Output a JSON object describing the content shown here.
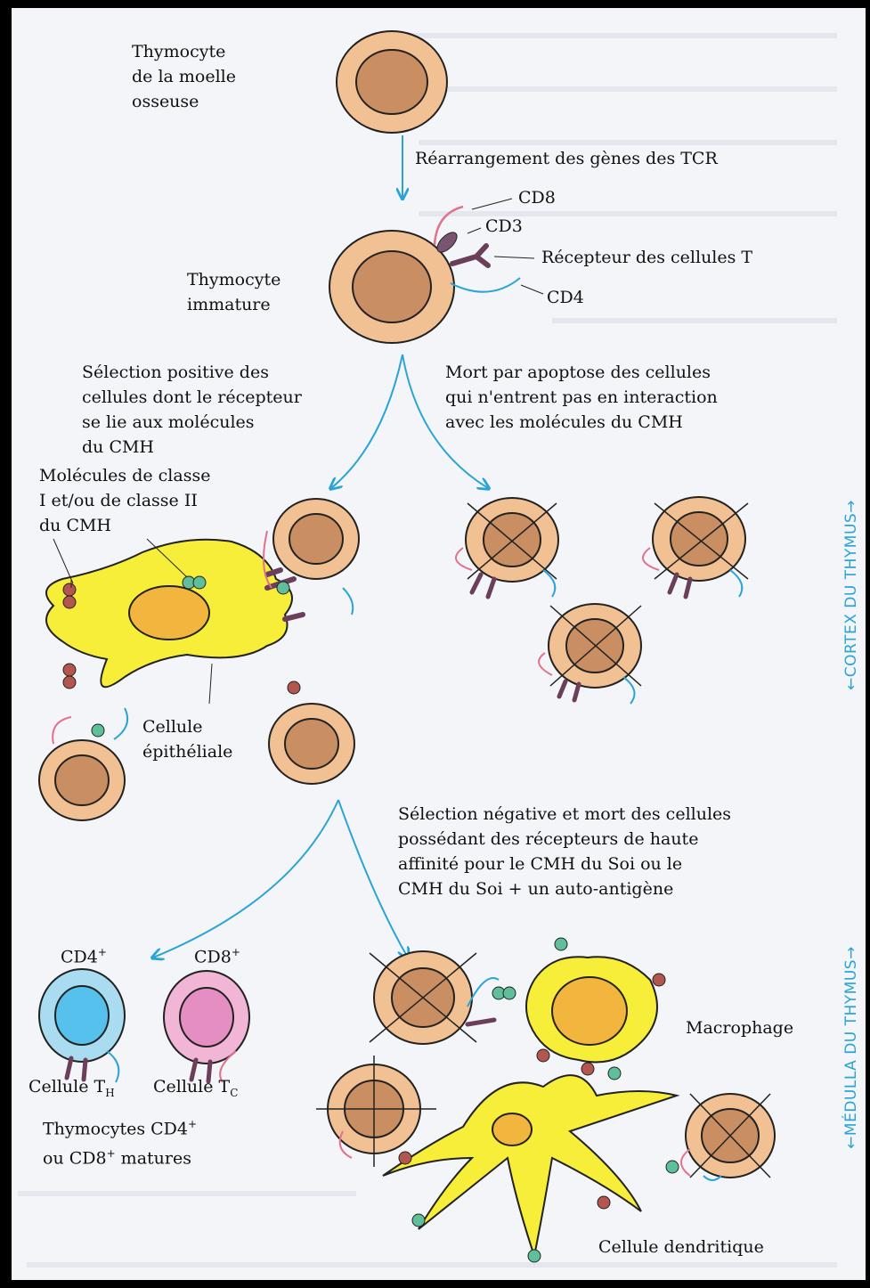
{
  "labels": {
    "bone_marrow": "Thymocyte\nde la moelle\nosseuse",
    "rearrangement": "Réarrangement des gènes des TCR",
    "cd8": "CD8",
    "cd3": "CD3",
    "tcr": "Récepteur des cellules T",
    "cd4": "CD4",
    "immature": "Thymocyte\nimmature",
    "positive_selection": "Sélection positive des\ncellules dont le récepteur\nse lie aux molécules\ndu CMH",
    "apoptosis": "Mort par apoptose des cellules\nqui n'entrent pas en interaction\navec les molécules du CMH",
    "mhc_molecules": "Molécules de classe\nI et/ou de classe II\ndu CMH",
    "epithelial": "Cellule\népithéliale",
    "negative_selection": "Sélection négative et mort des cellules\npossédant des récepteurs de haute\naffinité pour le CMH du Soi ou le\nCMH du Soi + un auto-antigène",
    "cd4_plus": "CD4",
    "cd8_plus": "CD8",
    "plus_sign": "+",
    "th_cell": "Cellule T",
    "th_sub": "H",
    "tc_cell": "Cellule T",
    "tc_sub": "C",
    "mature_line1": "Thymocytes CD4",
    "mature_line2_a": "ou CD8",
    "mature_line2_b": " matures",
    "macrophage": "Macrophage",
    "dendritic": "Cellule dendritique",
    "cortex": "←CORTEX DU THYMUS→",
    "medulla": "←MÉDULLA DU THYMUS→"
  },
  "colors": {
    "cell_outer": "#f2c193",
    "cell_nucleus": "#c98e62",
    "epithelial": "#f7ee3a",
    "arrow": "#2aa4d6",
    "cd4_cell": "#a9dcf0",
    "cd8_cell": "#f1b6d6",
    "side_text": "#2aa4d6"
  }
}
